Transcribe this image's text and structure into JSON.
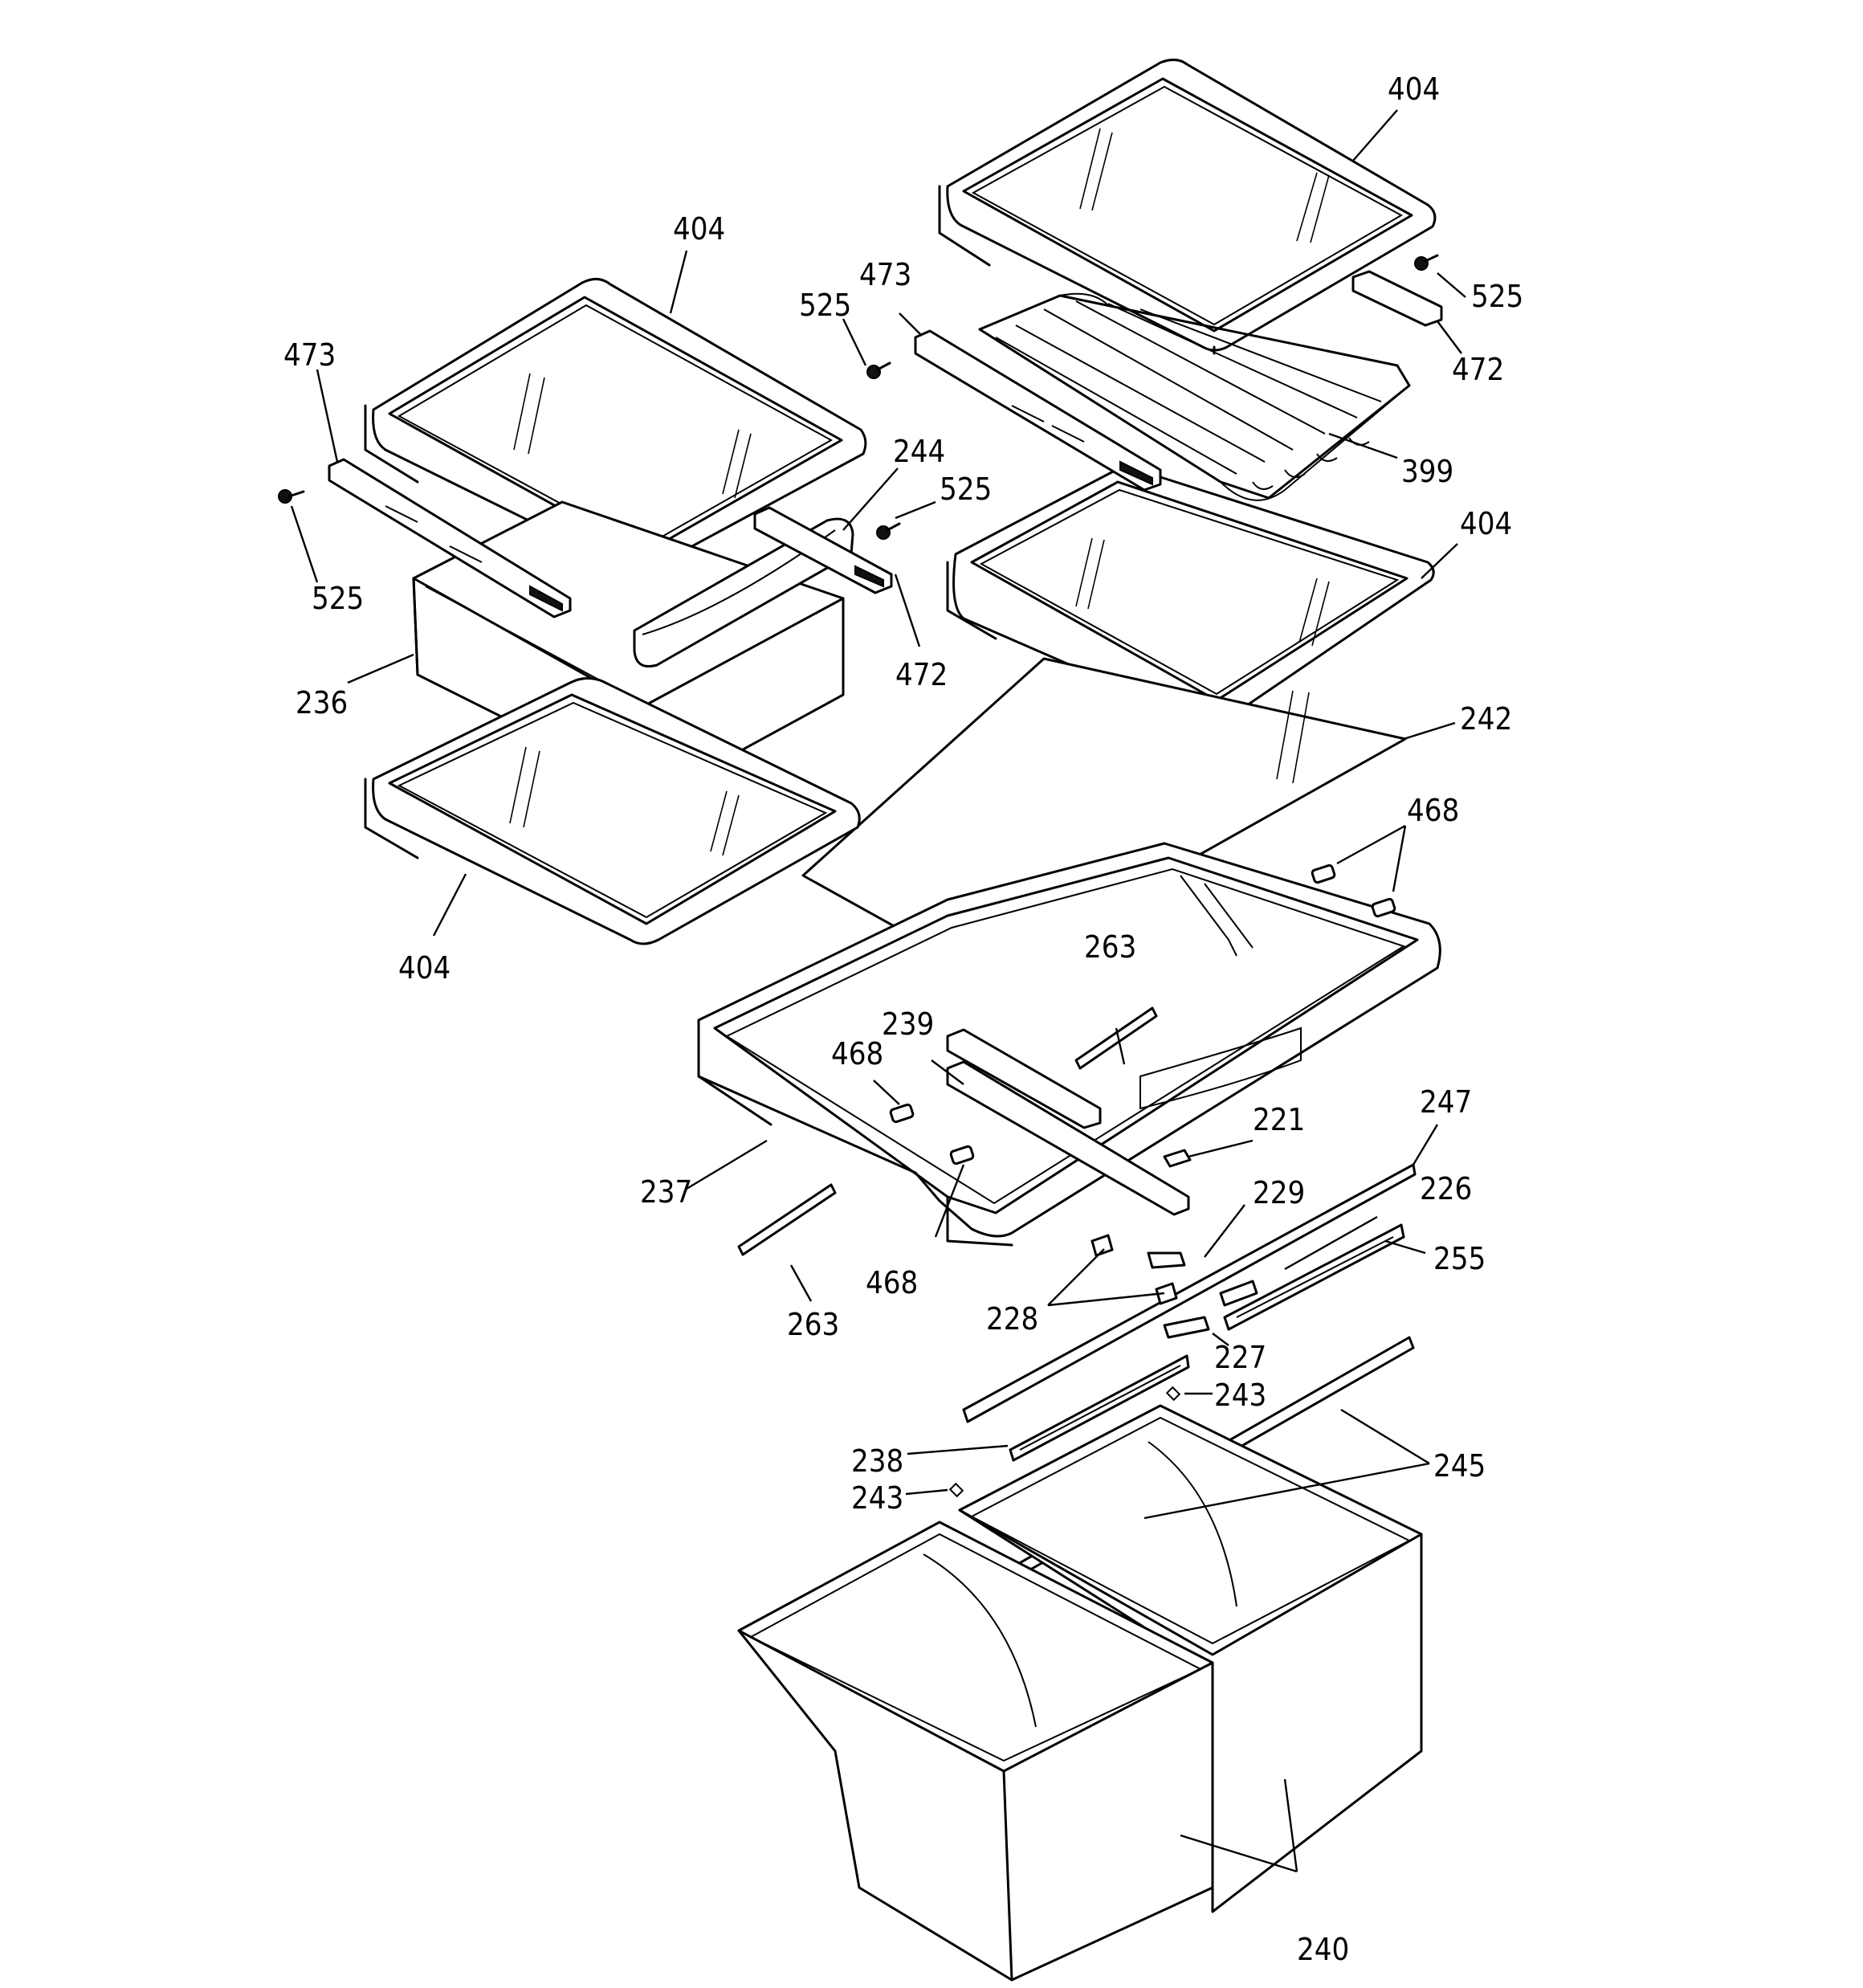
{
  "callouts": [
    {
      "id": "c404a",
      "label": "404"
    },
    {
      "id": "c404b",
      "label": "404"
    },
    {
      "id": "c404c",
      "label": "404"
    },
    {
      "id": "c404d",
      "label": "404"
    },
    {
      "id": "c473a",
      "label": "473"
    },
    {
      "id": "c473b",
      "label": "473"
    },
    {
      "id": "c525a",
      "label": "525"
    },
    {
      "id": "c525b",
      "label": "525"
    },
    {
      "id": "c525c",
      "label": "525"
    },
    {
      "id": "c525d",
      "label": "525"
    },
    {
      "id": "c472a",
      "label": "472"
    },
    {
      "id": "c472b",
      "label": "472"
    },
    {
      "id": "c244",
      "label": "244"
    },
    {
      "id": "c399",
      "label": "399"
    },
    {
      "id": "c236",
      "label": "236"
    },
    {
      "id": "c242",
      "label": "242"
    },
    {
      "id": "c468a",
      "label": "468"
    },
    {
      "id": "c468b",
      "label": "468"
    },
    {
      "id": "c468c",
      "label": "468"
    },
    {
      "id": "c263a",
      "label": "263"
    },
    {
      "id": "c263b",
      "label": "263"
    },
    {
      "id": "c239",
      "label": "239"
    },
    {
      "id": "c237",
      "label": "237"
    },
    {
      "id": "c221",
      "label": "221"
    },
    {
      "id": "c247",
      "label": "247"
    },
    {
      "id": "c229",
      "label": "229"
    },
    {
      "id": "c226",
      "label": "226"
    },
    {
      "id": "c255",
      "label": "255"
    },
    {
      "id": "c228",
      "label": "228"
    },
    {
      "id": "c227",
      "label": "227"
    },
    {
      "id": "c243a",
      "label": "243"
    },
    {
      "id": "c243b",
      "label": "243"
    },
    {
      "id": "c238",
      "label": "238"
    },
    {
      "id": "c245",
      "label": "245"
    },
    {
      "id": "c240",
      "label": "240"
    }
  ]
}
